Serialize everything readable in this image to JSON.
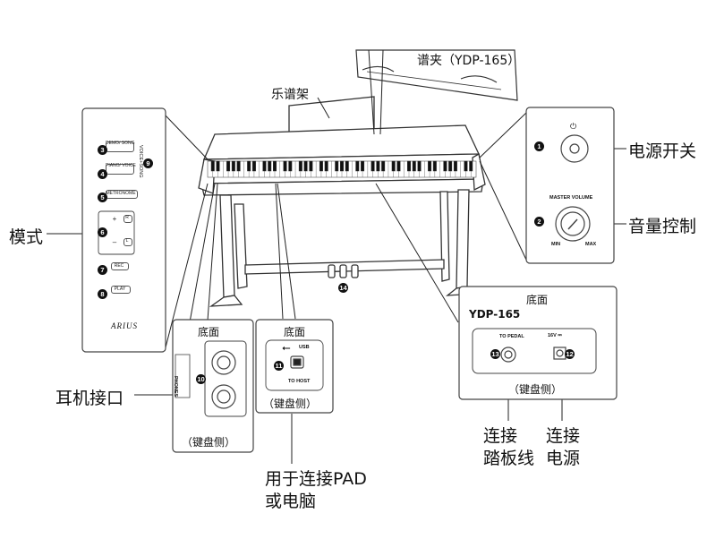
{
  "labels": {
    "music_rest": "乐谱架",
    "score_clip": "谱夹（YDP-165）",
    "power_switch": "电源开关",
    "volume_control": "音量控制",
    "mode": "模式",
    "headphone_jack": "耳机接口",
    "usb_for_pad_line1": "用于连接PAD",
    "usb_for_pad_line2": "或电脑",
    "pedal_cable_line1": "连接",
    "pedal_cable_line2": "踏板线",
    "power_source_line1": "连接",
    "power_source_line2": "电源"
  },
  "panels": {
    "bottom_label": "底面",
    "keyboard_side": "（键盘侧）",
    "model": "YDP-165",
    "phones": "PHONES",
    "usb": "USB",
    "to_host": "TO HOST",
    "to_pedal": "TO PEDAL",
    "dc_in": "16V ⎓",
    "master_volume": "MASTER VOLUME",
    "min": "MIN",
    "max": "MAX",
    "brand": "ARIUS"
  },
  "buttons": {
    "demo_song": "DEMO/ SONG",
    "piano_voice": "PIANO/ VOICE",
    "metronome": "METRONOME",
    "plus": "+",
    "minus": "–",
    "r": "R",
    "l": "L",
    "rec": "REC",
    "play": "PLAY",
    "side_text": "VOICE+SONG"
  },
  "callouts": [
    "1",
    "2",
    "3",
    "4",
    "5",
    "6",
    "7",
    "8",
    "9",
    "10",
    "11",
    "12",
    "13",
    "14"
  ]
}
